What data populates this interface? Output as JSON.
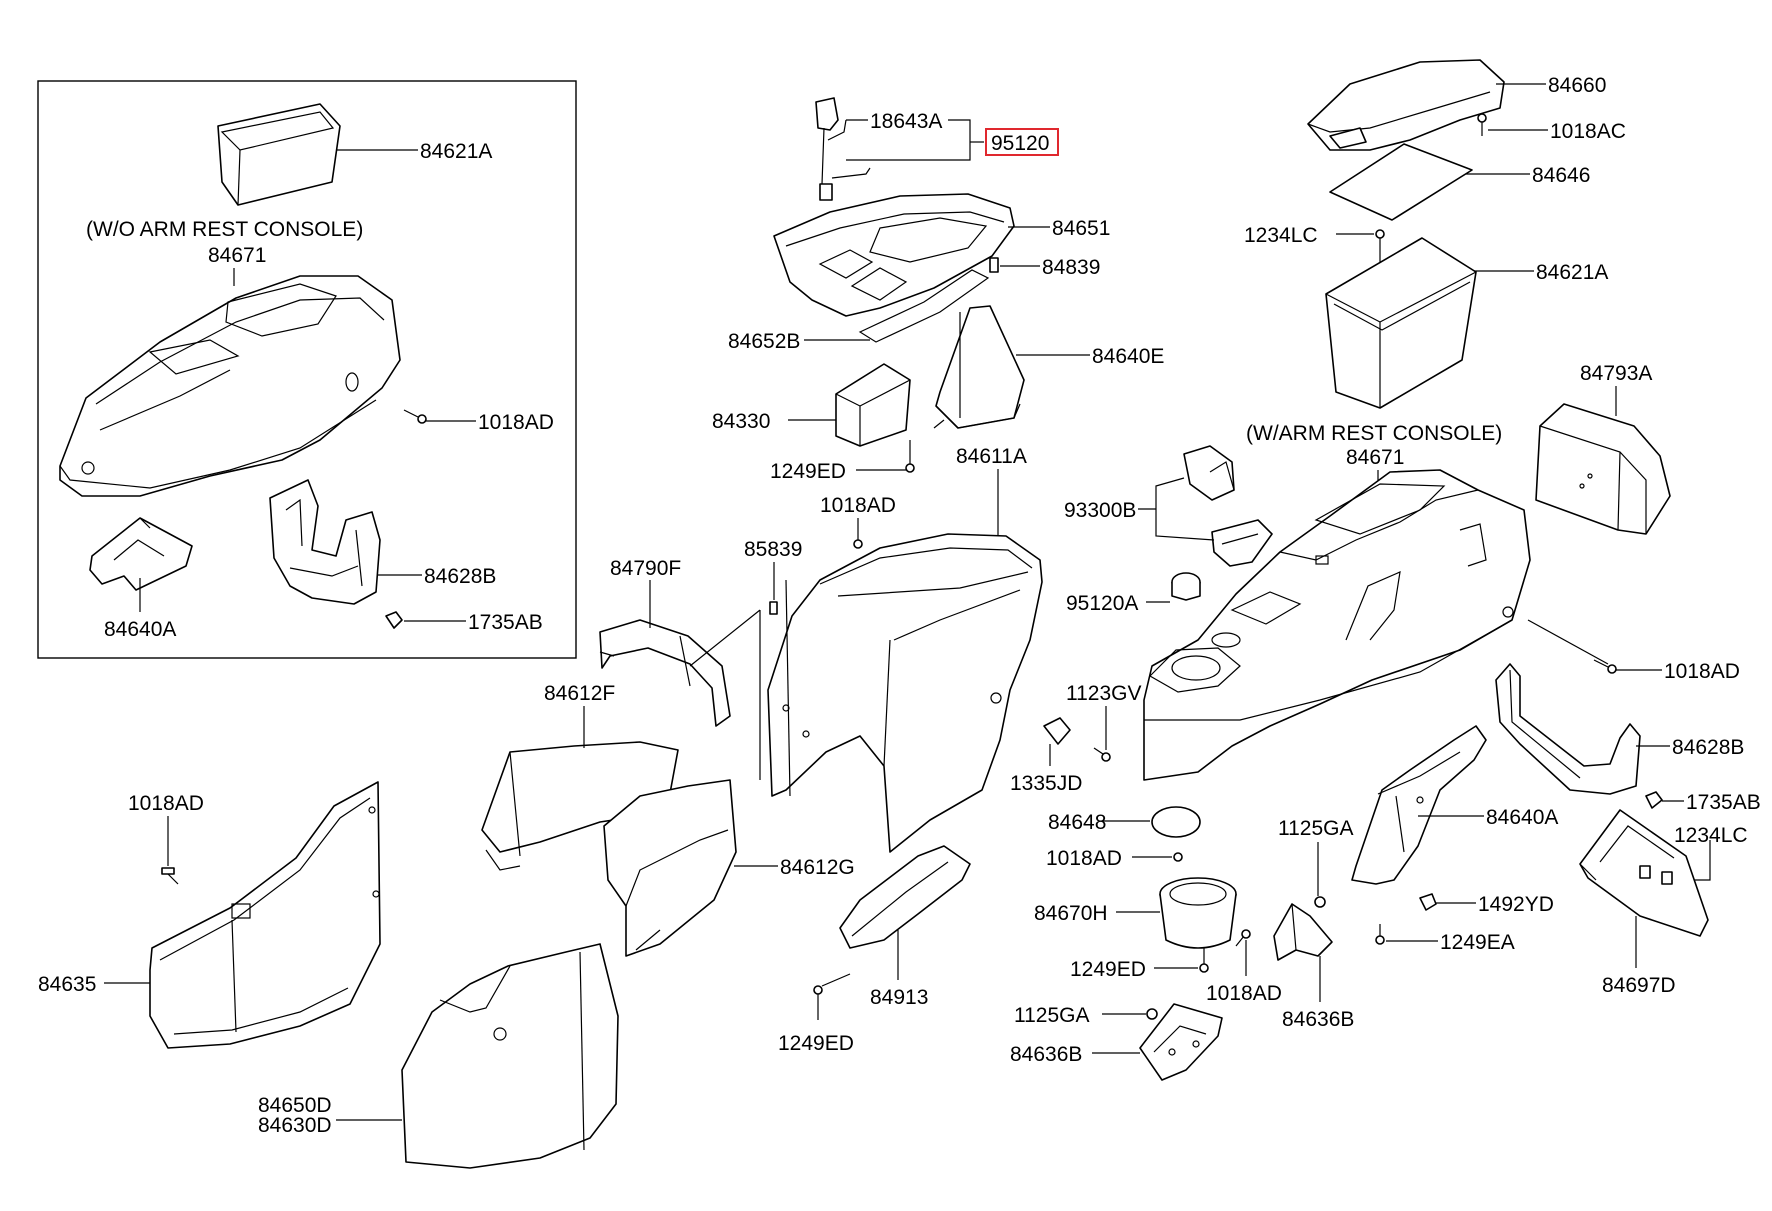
{
  "diagram": {
    "groups": {
      "without_armrest": "(W/O ARM REST CONSOLE)",
      "with_armrest": "(W/ARM REST CONSOLE)"
    },
    "highlight_color": "#e0282e",
    "labels": {
      "p84621A_left": "84621A",
      "p84671_left": "84671",
      "p1018AD_box": "1018AD",
      "p84628B_box": "84628B",
      "p84640A_box": "84640A",
      "p1735AB_box": "1735AB",
      "p18643A": "18643A",
      "p95120": "95120",
      "p84651": "84651",
      "p84839": "84839",
      "p84652B": "84652B",
      "p84640E": "84640E",
      "p84330": "84330",
      "p1249ED_top": "1249ED",
      "p84611A": "84611A",
      "p1018AD_mid": "1018AD",
      "p85839": "85839",
      "p84790F": "84790F",
      "p84612F": "84612F",
      "p84612G": "84612G",
      "p1018AD_lower": "1018AD",
      "p84635": "84635",
      "p84650D": "84650D",
      "p84630D": "84630D",
      "p84913": "84913",
      "p1249ED_lower": "1249ED",
      "p93300B": "93300B",
      "p95120A": "95120A",
      "p1123GV": "1123GV",
      "p1335JD": "1335JD",
      "p84648": "84648",
      "p1018AD_cup": "1018AD",
      "p84670H": "84670H",
      "p1249ED_cup": "1249ED",
      "p1125GA_bottom": "1125GA",
      "p84636B_bottom": "84636B",
      "p1125GA_mid": "1125GA",
      "p1018AD_bracket": "1018AD",
      "p84636B_mid": "84636B",
      "p84660": "84660",
      "p1018AC": "1018AC",
      "p84646": "84646",
      "p1234LC_top": "1234LC",
      "p84621A_right": "84621A",
      "p84793A": "84793A",
      "p84671_right": "84671",
      "p1018AD_right": "1018AD",
      "p84628B_right": "84628B",
      "p1735AB_right": "1735AB",
      "p84640A_right": "84640A",
      "p1234LC_right": "1234LC",
      "p1492YD": "1492YD",
      "p1249EA": "1249EA",
      "p84697D": "84697D"
    }
  }
}
